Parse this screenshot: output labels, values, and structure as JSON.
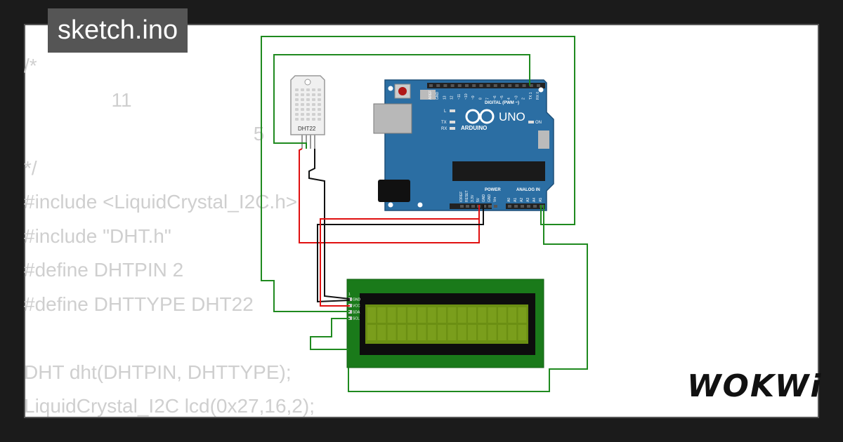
{
  "file_tab": {
    "label": "sketch.ino"
  },
  "code_lines": [
    "/*",
    "                11",
    "                                          5",
    "*/",
    "#include <LiquidCrystal_I2C.h>",
    "#include \"DHT.h\"",
    "#define DHTPIN 2",
    "#define DHTTYPE DHT22",
    "",
    "DHT dht(DHTPIN, DHTTYPE);",
    "LiquidCrystal_I2C lcd(0x27,16,2);"
  ],
  "sensor": {
    "label": "DHT22"
  },
  "arduino": {
    "brand": "ARDUINO",
    "model": "UNO",
    "digital_label": "DIGITAL (PWM ~)",
    "power_label": "POWER",
    "analog_label": "ANALOG IN",
    "on_label": "ON",
    "led_l": "L",
    "led_tx": "TX",
    "led_rx": "RX",
    "digital_pins": [
      "AREF",
      "GND",
      "13",
      "12",
      "~11",
      "~10",
      "~9",
      "8",
      "7",
      "~6",
      "~5",
      "4",
      "~3",
      "2",
      "TX 1",
      "RX 0"
    ],
    "power_pins": [
      "IOREF",
      "RESET",
      "3.3V",
      "5V",
      "GND",
      "GND",
      "Vin"
    ],
    "analog_pins": [
      "A0",
      "A1",
      "A2",
      "A3",
      "A4",
      "A5"
    ]
  },
  "lcd": {
    "pin_1": "1",
    "pins": [
      "GND",
      "VCC",
      "SDA",
      "SCL"
    ]
  },
  "logo": {
    "text": "WOKWi"
  },
  "colors": {
    "background": "#1b1b1b",
    "panel": "#ffffff",
    "code_text": "#cfcfcf",
    "tab_bg": "#555555",
    "arduino_blue": "#2b6ea3",
    "lcd_green": "#1a7a1a",
    "lcd_screen": "#6b8f13",
    "wire_green": "#1f8a1f",
    "wire_red": "#e01010",
    "wire_black": "#111111"
  }
}
